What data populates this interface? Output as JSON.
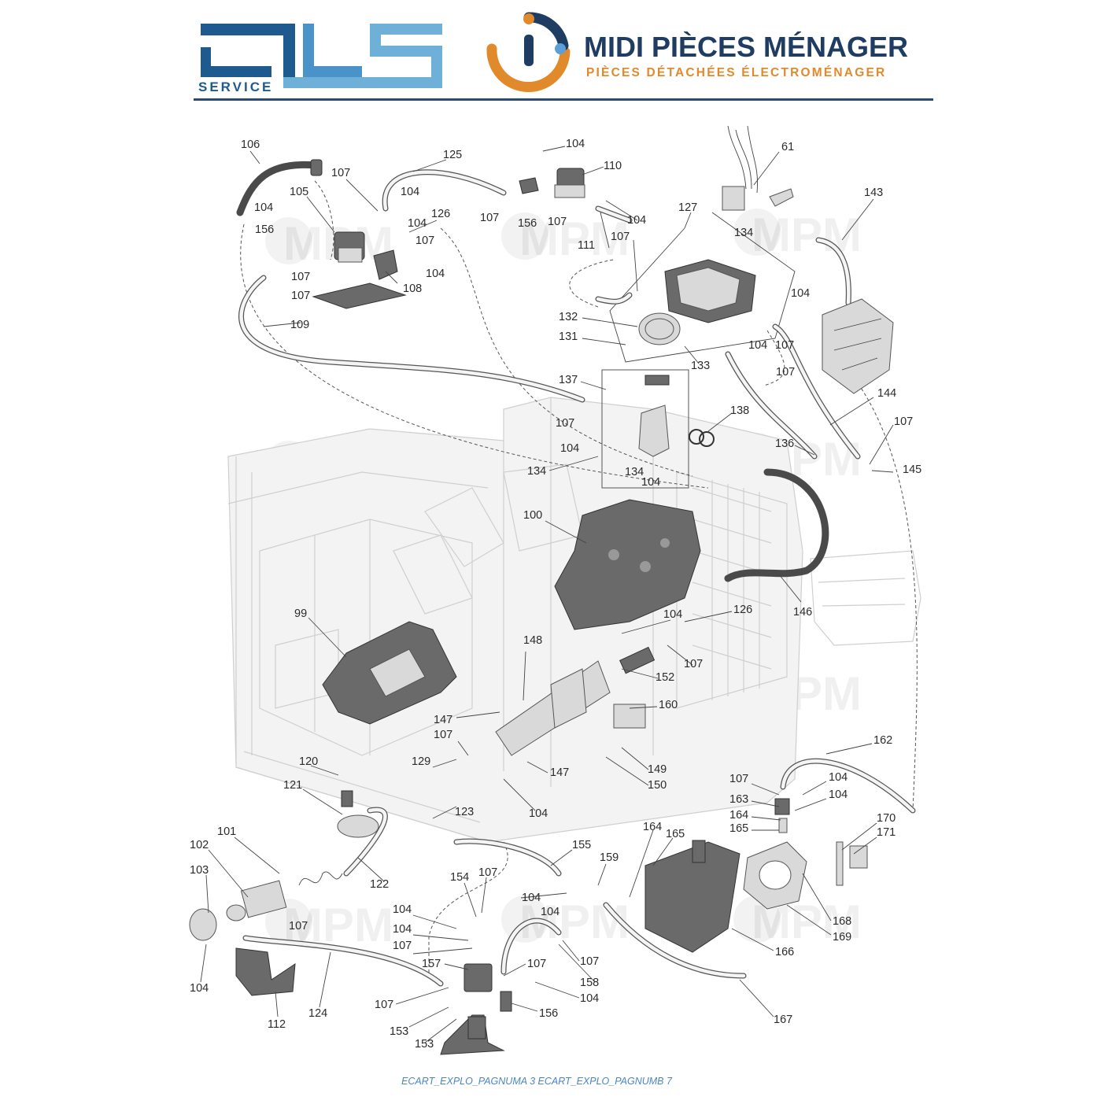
{
  "header": {
    "jls_logo_text": "SERVICE",
    "brand_title": "MIDI PIÈCES MÉNAGER",
    "brand_subtitle": "PIÈCES DÉTACHÉES ÉLECTROMÉNAGER",
    "colors": {
      "navy": "#1f3d63",
      "jls_blue": "#1f5a8e",
      "jls_light": "#6fb0d8",
      "orange": "#e08a2c",
      "rule": "#2a4a7a"
    }
  },
  "watermark_text": "MPM",
  "callouts": [
    {
      "label": "106"
    },
    {
      "label": "107"
    },
    {
      "label": "125"
    },
    {
      "label": "104"
    },
    {
      "label": "110"
    },
    {
      "label": "61"
    },
    {
      "label": "143"
    },
    {
      "label": "105"
    },
    {
      "label": "104"
    },
    {
      "label": "104"
    },
    {
      "label": "126"
    },
    {
      "label": "107"
    },
    {
      "label": "156"
    },
    {
      "label": "107"
    },
    {
      "label": "104"
    },
    {
      "label": "127"
    },
    {
      "label": "156"
    },
    {
      "label": "107"
    },
    {
      "label": "104"
    },
    {
      "label": "107"
    },
    {
      "label": "111"
    },
    {
      "label": "134"
    },
    {
      "label": "107"
    },
    {
      "label": "104"
    },
    {
      "label": "108"
    },
    {
      "label": "107"
    },
    {
      "label": "104"
    },
    {
      "label": "109"
    },
    {
      "label": "132"
    },
    {
      "label": "131"
    },
    {
      "label": "104"
    },
    {
      "label": "107"
    },
    {
      "label": "133"
    },
    {
      "label": "107"
    },
    {
      "label": "137"
    },
    {
      "label": "144"
    },
    {
      "label": "107"
    },
    {
      "label": "138"
    },
    {
      "label": "107"
    },
    {
      "label": "104"
    },
    {
      "label": "145"
    },
    {
      "label": "136"
    },
    {
      "label": "134"
    },
    {
      "label": "134"
    },
    {
      "label": "104"
    },
    {
      "label": "100"
    },
    {
      "label": "99"
    },
    {
      "label": "104"
    },
    {
      "label": "126"
    },
    {
      "label": "146"
    },
    {
      "label": "148"
    },
    {
      "label": "107"
    },
    {
      "label": "152"
    },
    {
      "label": "160"
    },
    {
      "label": "147"
    },
    {
      "label": "107"
    },
    {
      "label": "162"
    },
    {
      "label": "120"
    },
    {
      "label": "129"
    },
    {
      "label": "147"
    },
    {
      "label": "149"
    },
    {
      "label": "150"
    },
    {
      "label": "107"
    },
    {
      "label": "104"
    },
    {
      "label": "121"
    },
    {
      "label": "123"
    },
    {
      "label": "104"
    },
    {
      "label": "163"
    },
    {
      "label": "104"
    },
    {
      "label": "164"
    },
    {
      "label": "170"
    },
    {
      "label": "165"
    },
    {
      "label": "171"
    },
    {
      "label": "101"
    },
    {
      "label": "155"
    },
    {
      "label": "164"
    },
    {
      "label": "165"
    },
    {
      "label": "102"
    },
    {
      "label": "159"
    },
    {
      "label": "103"
    },
    {
      "label": "122"
    },
    {
      "label": "154"
    },
    {
      "label": "107"
    },
    {
      "label": "104"
    },
    {
      "label": "104"
    },
    {
      "label": "107"
    },
    {
      "label": "104"
    },
    {
      "label": "168"
    },
    {
      "label": "104"
    },
    {
      "label": "169"
    },
    {
      "label": "107"
    },
    {
      "label": "157"
    },
    {
      "label": "107"
    },
    {
      "label": "107"
    },
    {
      "label": "166"
    },
    {
      "label": "104"
    },
    {
      "label": "158"
    },
    {
      "label": "107"
    },
    {
      "label": "104"
    },
    {
      "label": "112"
    },
    {
      "label": "124"
    },
    {
      "label": "156"
    },
    {
      "label": "153"
    },
    {
      "label": "153"
    },
    {
      "label": "167"
    }
  ],
  "footer": "ECART_EXPLO_PAGNUMA 3 ECART_EXPLO_PAGNUMB 7"
}
